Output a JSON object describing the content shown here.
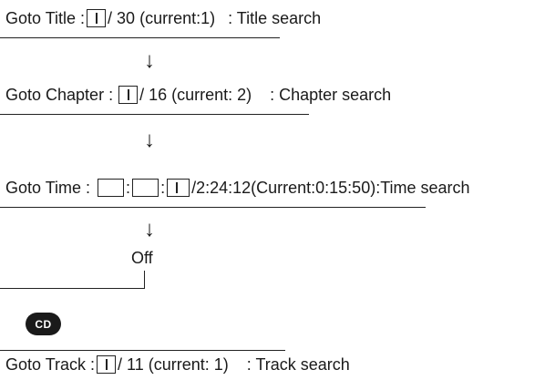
{
  "title_search": {
    "prefix": "Goto Title :",
    "total": "/ 30 (current:1)",
    "label": ": Title search"
  },
  "chapter_search": {
    "prefix": "Goto Chapter :",
    "total": "/ 16 (current: 2)",
    "label": ": Chapter search"
  },
  "time_search": {
    "prefix": "Goto Time :",
    "sep1": ":",
    "sep2": ":",
    "total": "/2:24:12(Current:0:15:50):Time search"
  },
  "off": {
    "label": "Off"
  },
  "cd": {
    "badge": "CD",
    "track_search": {
      "prefix": "Goto Track :",
      "total": "/ 11 (current: 1)",
      "label": ": Track search"
    }
  },
  "arrow_glyph": "↓"
}
